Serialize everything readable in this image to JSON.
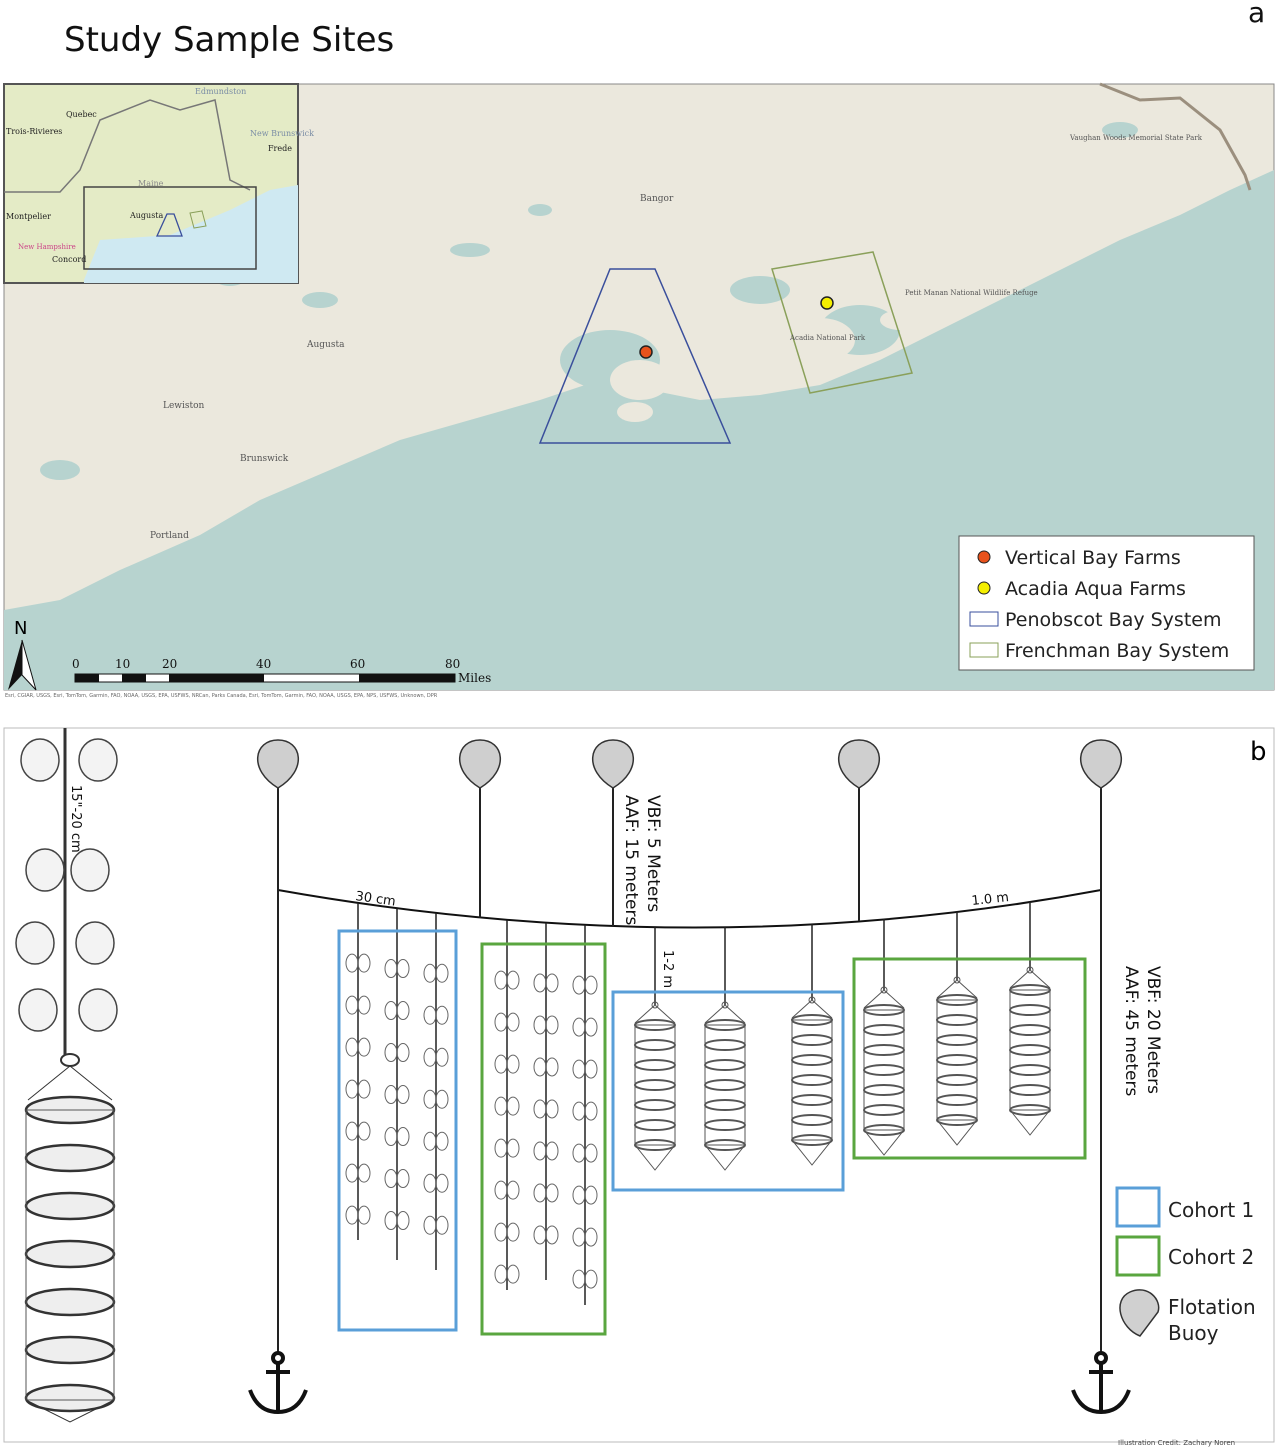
{
  "panel_a": {
    "letter": "a",
    "title": "Study Sample Sites",
    "inset_labels": [
      "Edmundston",
      "Quebec",
      "Trois-Rivieres",
      "New Brunswick",
      "Frede",
      "Maine",
      "Augusta",
      "Montpelier",
      "New Hampshire",
      "Concord"
    ],
    "map_labels": {
      "bangor": "Bangor",
      "augusta": "Augusta",
      "lewiston": "Lewiston",
      "brunswick": "Brunswick",
      "portland": "Portland",
      "acadia": "Acadia National Park",
      "petit_manan": "Petit Manan National Wildlife Refuge",
      "vaughan": "Vaughan Woods Memorial State Park"
    },
    "legend": [
      {
        "label": "Vertical Bay Farms",
        "symbol": "dot",
        "color": "#e8521c"
      },
      {
        "label": "Acadia Aqua Farms",
        "symbol": "dot",
        "color": "#f5ef00"
      },
      {
        "label": "Penobscot Bay System",
        "symbol": "box",
        "color": "#3a4f9c"
      },
      {
        "label": "Frenchman Bay System",
        "symbol": "box",
        "color": "#8aa05a"
      }
    ],
    "north_label": "N",
    "scale": {
      "ticks": [
        "0",
        "10",
        "20",
        "40",
        "60",
        "80"
      ],
      "unit": "Miles"
    },
    "attribution": "Esri, CGIAR, USGS, Esri, TomTom, Garmin, FAO, NOAA, USGS, EPA, USFWS, NRCan, Parks Canada, Esri, TomTom, Garmin, FAO, NOAA, USGS, EPA, NPS, USFWS, Unknown, DPR",
    "colors": {
      "land": "#ebe8dd",
      "water": "#b7d3cf",
      "inset_land": "#e4ebc6",
      "inset_water": "#cfe9f2"
    }
  },
  "panel_b": {
    "letter": "b",
    "depth_near": [
      "VBF: 5 Meters",
      "AAF: 15 meters"
    ],
    "depth_far": [
      "VBF: 20 Meters",
      "AAF: 45 meters"
    ],
    "spacing_30cm": "30 cm",
    "spacing_1m": "1.0 m",
    "drop_length": "1-2 m",
    "scallop_spacing": "15\"-20 cm",
    "legend": [
      {
        "label": "Cohort 1",
        "color": "#5a9fd8"
      },
      {
        "label": "Cohort 2",
        "color": "#5aa63f"
      },
      {
        "label": "Flotation Buoy",
        "color": "#cfcfcf"
      }
    ],
    "credit": "Illustration Credit: Zachary Noren"
  }
}
